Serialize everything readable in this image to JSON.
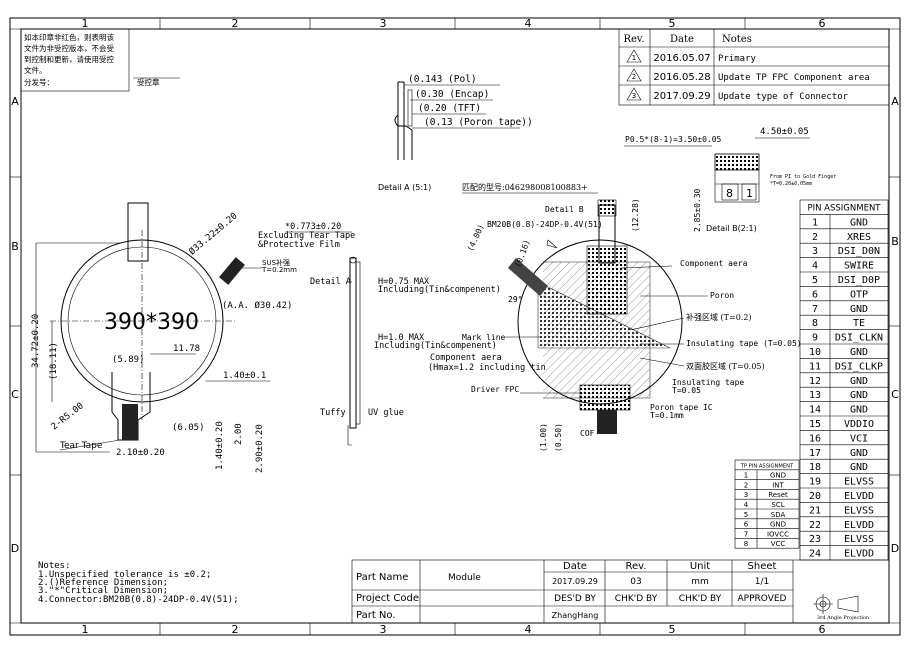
{
  "frame": {
    "columns": [
      "1",
      "2",
      "3",
      "4",
      "5",
      "6"
    ],
    "rows": [
      "A",
      "B",
      "C",
      "D"
    ]
  },
  "stamp_note": {
    "lines": [
      "如本印章非红色，则表明该",
      "文件为非受控版本，不会受",
      "到控制和更新，请使用受控",
      "文件。",
      "分发号："
    ],
    "controlled": "受控章"
  },
  "revisions": {
    "headers": [
      "Rev.",
      "Date",
      "Notes"
    ],
    "rows": [
      {
        "rev": "1",
        "date": "2016.05.07",
        "note": "Primary"
      },
      {
        "rev": "2",
        "date": "2016.05.28",
        "note": "Update TP FPC Component area"
      },
      {
        "rev": "3",
        "date": "2017.09.29",
        "note": "Update type of Connector"
      }
    ]
  },
  "front_view": {
    "resolution": "390*390",
    "dims": {
      "outer_dia": "Ø33.22±0.20",
      "aa_dia": "(A.A. Ø30.42)",
      "height": "34.72±0.20",
      "h18": "(18.11)",
      "w589": "(5.89)",
      "w1178": "11.78",
      "w140": "1.40±0.1",
      "r5": "2-R5.00",
      "w605": "(6.05)",
      "w210": "2.10±0.20",
      "v140": "1.40±0.20",
      "v200": "2.00",
      "v290": "2.90±0.20"
    },
    "labels": {
      "sus": "SUS补强",
      "sus_t": "T=0.2mm",
      "tear_tape": "Tear Tape"
    }
  },
  "side_view": {
    "dims": {
      "thick": "*0.773±0.20",
      "excl1": "Excluding Tear Tape",
      "excl2": "&Protective Film",
      "detail_a": "Detail A",
      "h075": "H=0.75 MAX",
      "incl_comp": "Including(Tin&compenent)",
      "h10": "H=1.0 MAX",
      "incl_comp2": "Including(Tin&compenent)",
      "comp_area": "Component aera",
      "hmax": "(Hmax=1.2 including tin",
      "tuffy": "Tuffy",
      "uv": "UV glue"
    }
  },
  "detail_a": {
    "title": "Detail A (5:1)",
    "layers": [
      "(0.143 (Pol)",
      "(0.30 (Encap)",
      "(0.20 (TFT)",
      "(0.13 (Poron tape))"
    ]
  },
  "detail_b": {
    "title": "Detail B(2:1)",
    "pitch": "P0.5*(8-1)=3.50±0.05",
    "width": "4.50±0.05",
    "height": "2.85±0.30",
    "pin_first": "8",
    "pin_last": "1",
    "note1": "From PI to Gold Finger",
    "note2": "*T=0.20±0.05mm"
  },
  "back_view": {
    "mate": "匹配的型号:046298008100883+",
    "detail_b": "Detail B",
    "connector": "BM20B(0.8)-24DP-0.4V(51)",
    "d400": "(4.00)",
    "d1228": "(12.28)",
    "d016": "(0.16)",
    "d297": "29°",
    "mark_line": "Mark line",
    "component_aera": "Component aera",
    "poron": "Poron",
    "stiff": "补强区域 (T=0.2)",
    "insul1": "Insulating tape (T=0.05)",
    "dsa": "双面胶区域 (T=0.05)",
    "insul2": "Insulating tape",
    "insul2_t": "T=0.05",
    "poron_ic": "Poron tape IC",
    "poron_ic_t": "T=0.1mm",
    "driver_fpc": "Driver FPC",
    "cof": "COF",
    "d100": "(1.00)",
    "d050": "(0.50)"
  },
  "pin_assignment": {
    "title": "PIN ASSIGNMENT",
    "pins": [
      {
        "no": "1",
        "name": "GND"
      },
      {
        "no": "2",
        "name": "XRES"
      },
      {
        "no": "3",
        "name": "DSI_D0N"
      },
      {
        "no": "4",
        "name": "SWIRE"
      },
      {
        "no": "5",
        "name": "DSI_D0P"
      },
      {
        "no": "6",
        "name": "OTP"
      },
      {
        "no": "7",
        "name": "GND"
      },
      {
        "no": "8",
        "name": "TE"
      },
      {
        "no": "9",
        "name": "DSI_CLKN"
      },
      {
        "no": "10",
        "name": "GND"
      },
      {
        "no": "11",
        "name": "DSI_CLKP"
      },
      {
        "no": "12",
        "name": "GND"
      },
      {
        "no": "13",
        "name": "GND"
      },
      {
        "no": "14",
        "name": "GND"
      },
      {
        "no": "15",
        "name": "VDDIO"
      },
      {
        "no": "16",
        "name": "VCI"
      },
      {
        "no": "17",
        "name": "GND"
      },
      {
        "no": "18",
        "name": "GND"
      },
      {
        "no": "19",
        "name": "ELVSS"
      },
      {
        "no": "20",
        "name": "ELVDD"
      },
      {
        "no": "21",
        "name": "ELVSS"
      },
      {
        "no": "22",
        "name": "ELVDD"
      },
      {
        "no": "23",
        "name": "ELVSS"
      },
      {
        "no": "24",
        "name": "ELVDD"
      }
    ]
  },
  "tp_pin_assignment": {
    "title": "TP PIN ASSIGNMENT",
    "pins": [
      {
        "no": "1",
        "name": "GND"
      },
      {
        "no": "2",
        "name": "INT"
      },
      {
        "no": "3",
        "name": "Reset"
      },
      {
        "no": "4",
        "name": "SCL"
      },
      {
        "no": "5",
        "name": "SDA"
      },
      {
        "no": "6",
        "name": "GND"
      },
      {
        "no": "7",
        "name": "IOVCC"
      },
      {
        "no": "8",
        "name": "VCC"
      }
    ]
  },
  "notes": {
    "title": "Notes:",
    "lines": [
      "1.Unspecified tolerance is ±0.2;",
      "2.()Reference Dimension;",
      "3.\"*\"Critical Dimension;",
      "4.Connector:BM20B(0.8)-24DP-0.4V(51);"
    ]
  },
  "title_block": {
    "part_name_label": "Part Name",
    "part_name": "Module",
    "project_code_label": "Project Code",
    "part_no_label": "Part No.",
    "date_label": "Date",
    "rev_label": "Rev.",
    "unit_label": "Unit",
    "sheet_label": "Sheet",
    "date": "2017.09.29",
    "rev": "03",
    "unit": "mm",
    "sheet": "1/1",
    "desd": "DES'D BY",
    "chkd1": "CHK'D BY",
    "chkd2": "CHK'D BY",
    "approved": "APPROVED",
    "designer": "ZhangHang",
    "projection": "3rd Angle Projection"
  }
}
